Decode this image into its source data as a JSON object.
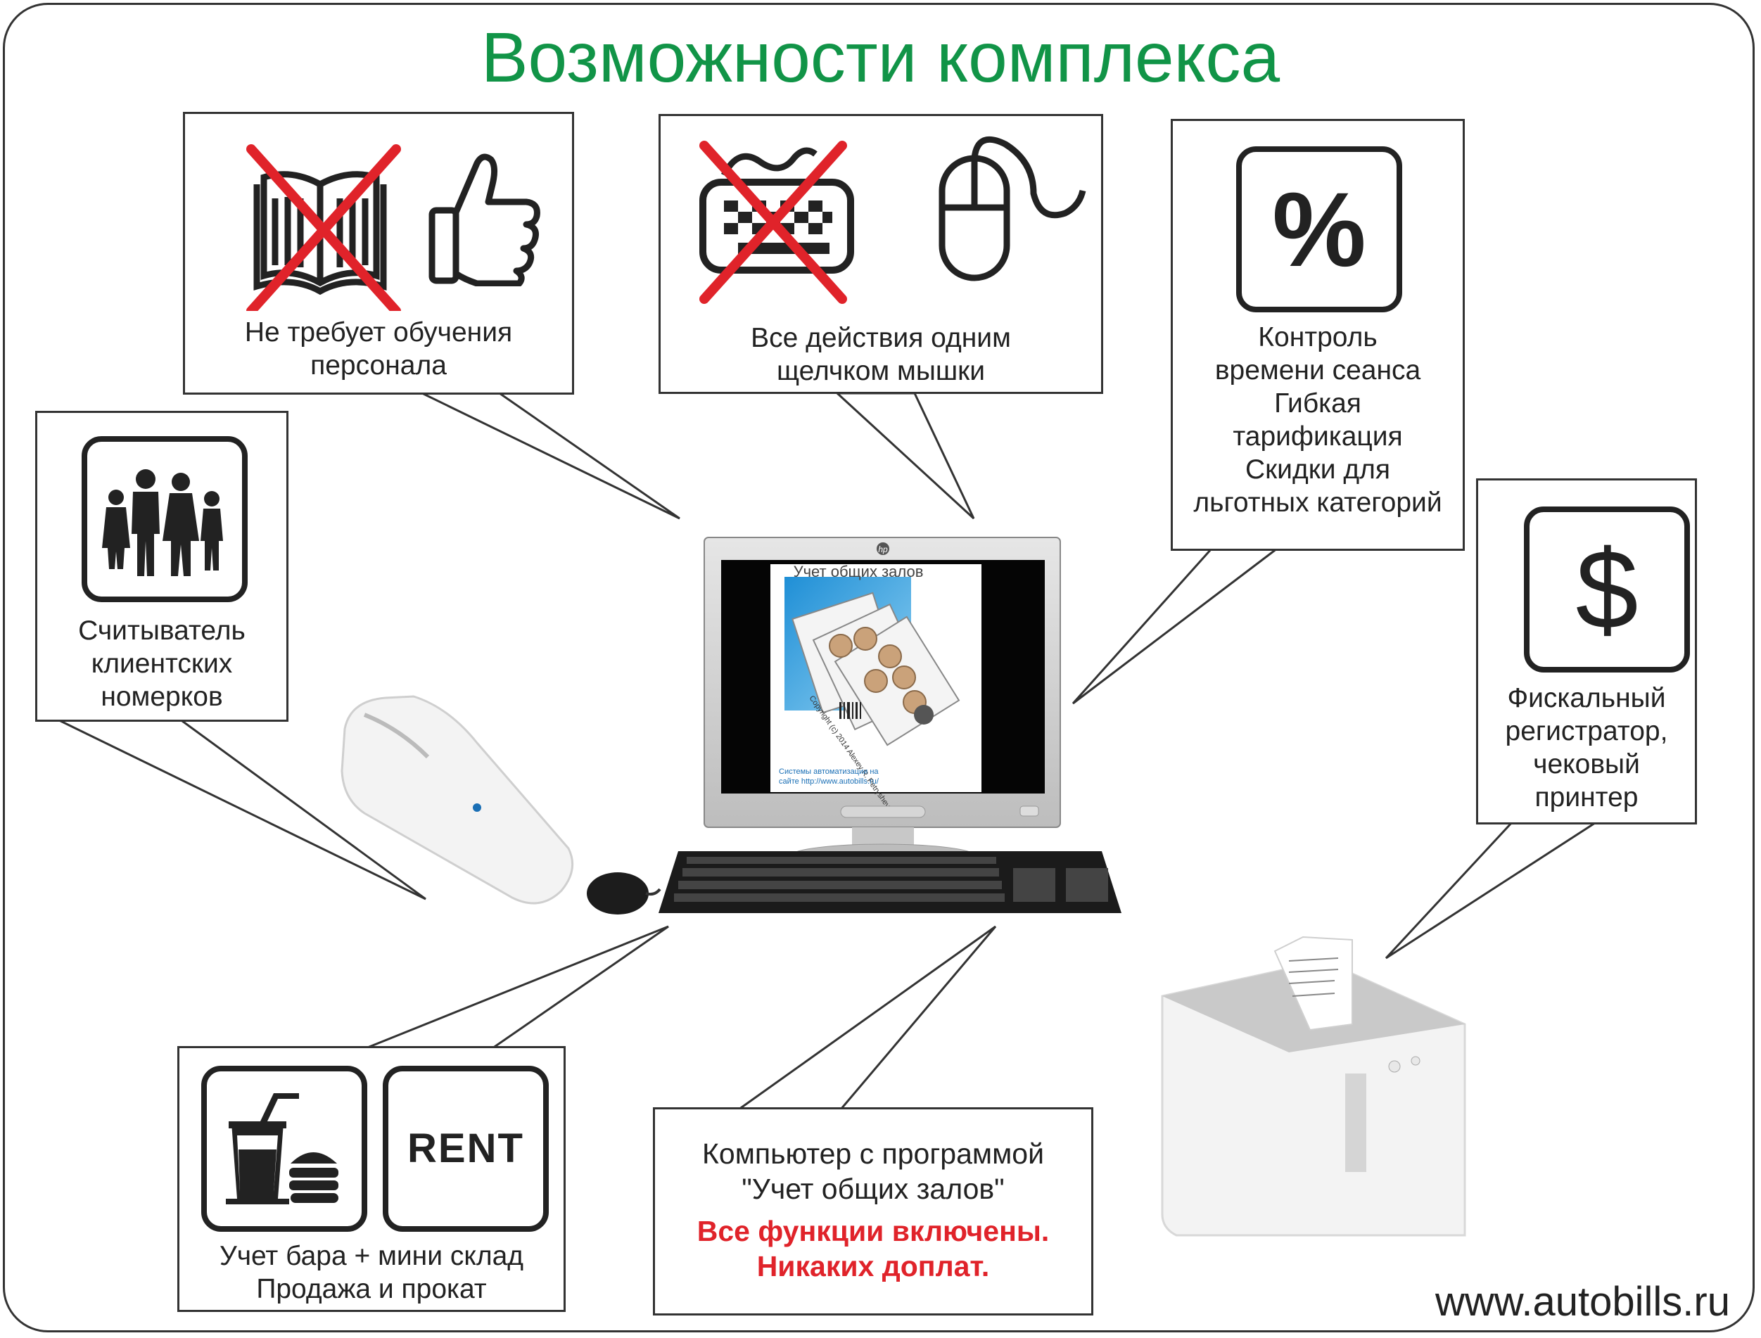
{
  "title": "Возможности комплекса",
  "website": "www.autobills.ru",
  "callouts": {
    "training": {
      "lines": [
        "Не требует обучения",
        "персонала"
      ]
    },
    "oneclick": {
      "lines": [
        "Все действия  одним",
        "щелчком мышки"
      ]
    },
    "tariff": {
      "lines": [
        "Контроль",
        "времени сеанса",
        "Гибкая",
        "тарификация",
        "Скидки для",
        "льготных категорий"
      ],
      "icon_text": "%"
    },
    "reader": {
      "lines": [
        "Считыватель",
        "клиентских",
        "номерков"
      ]
    },
    "fiscal": {
      "lines": [
        "Фискальный",
        "регистратор,",
        "чековый",
        "принтер"
      ],
      "icon_text": "$"
    },
    "bar": {
      "lines": [
        "Учет бара + мини склад",
        "Продажа и прокат"
      ],
      "rent_label": "RENT"
    },
    "computer": {
      "lines": [
        "Компьютер с  программой",
        "\"Учет общих залов\""
      ],
      "highlight": [
        "Все функции включены.",
        "Никаких доплат."
      ]
    }
  },
  "monitor": {
    "brand": "hp",
    "screen_title": "Учет общих залов",
    "screen_footer": [
      "Системы автоматизации на",
      "сайте  http://www.autobills.ru/"
    ],
    "copyright": "Copyright (c) 2014 Alexey R. Petryshev"
  },
  "colors": {
    "title_green": "#119447",
    "cross_red": "#e0232a",
    "highlight_red": "#e0232a",
    "outline": "#333333"
  }
}
